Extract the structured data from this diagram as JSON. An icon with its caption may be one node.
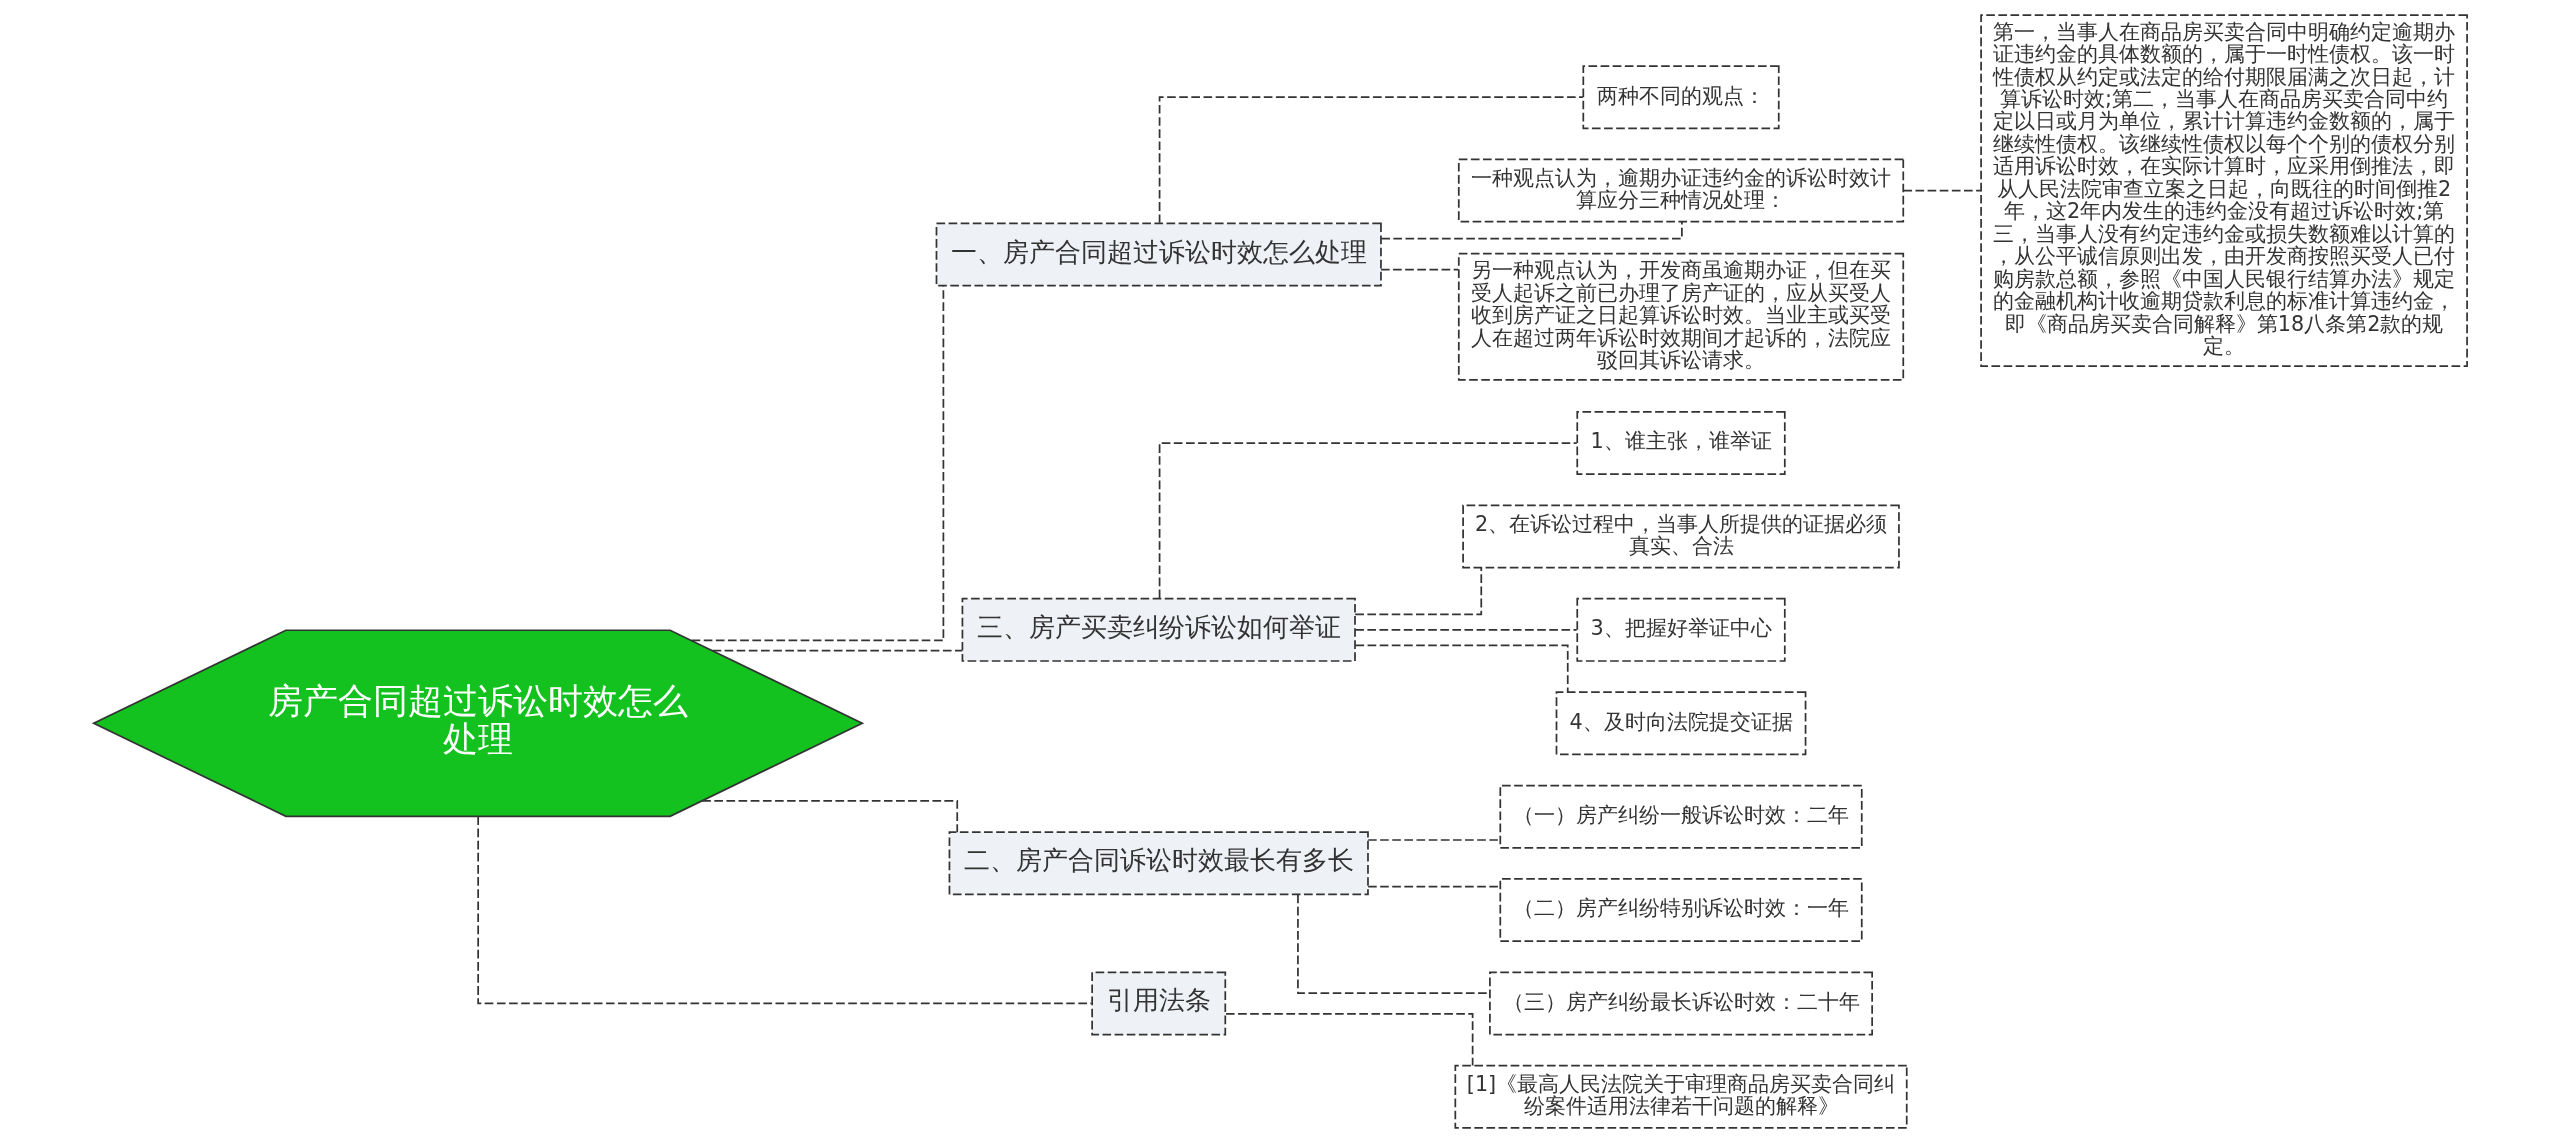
{
  "diagram": {
    "nodes": [
      {
        "text": [
          "房产合同超过诉讼时效怎么处理"
        ]
      },
      {
        "text": [
          "一、房产合同超过诉讼时效怎么处理"
        ]
      },
      {
        "text": [
          "两种不同的观点："
        ]
      },
      {
        "text": [
          "一种观点认为，逾期办证违约金的诉讼时效计算应分三种情况处理："
        ]
      },
      {
        "text": [
          "第一，当事人在商品房买卖合同中明确约定逾期办证违约金的具体数额的，属于一时性债权。该一时性债权从约定或法定的给付期限届满之次日起，计算诉讼时效;第二，当事人在商品房买卖合同中约定以日或月为单位，累计计算违约金数额的，属于继续性债权。该继续性债权以每个个别的债权分别适用诉讼时效，在实际计算时，应采用倒推法，即从人民法院审查立案之日起，向既往的时间倒推2年，这2年内发生的违约金没有超过诉讼时效;第三，当事人没有约定违约金或损失数额难以计算的，从公平诚信原则出发，由开发商按照买受人已付购房款总额，参照《中国人民银行结算办法》规定的金融机构计收逾期贷款利息的标准计算违约金，即《商品房买卖合同解释》第18八条第2款的规定。"
        ]
      },
      {
        "text": [
          "另一种观点认为，开发商虽逾期办证，但在买受人起诉之前已办理了房产证的，应从买受人收到房产证之日起算诉讼时效。当业主或买受人在超过两年诉讼时效期间才起诉的，法院应驳回其诉讼请求。"
        ]
      },
      {
        "text": [
          "三、房产买卖纠纷诉讼如何举证"
        ]
      },
      {
        "text": [
          "1、谁主张，谁举证"
        ]
      },
      {
        "text": [
          "2、在诉讼过程中，当事人所提供的证据必须真实、合法"
        ]
      },
      {
        "text": [
          "3、把握好举证中心"
        ]
      },
      {
        "text": [
          "4、及时向法院提交证据"
        ]
      },
      {
        "text": [
          "二、房产合同诉讼时效最长有多长"
        ]
      },
      {
        "text": [
          "（一）房产纠纷一般诉讼时效：二年"
        ]
      },
      {
        "text": [
          "（二）房产纠纷特别诉讼时效：一年"
        ]
      },
      {
        "text": [
          "（三）房产纠纷最长诉讼时效：二十年"
        ]
      },
      {
        "text": [
          "引用法条"
        ]
      },
      {
        "text": [
          "[1]《最高人民法院关于审理商品房买卖合同纠纷案件适用法律若干问题的解释》"
        ]
      }
    ],
    "edges": [
      {
        "from": 0,
        "to": 1,
        "arrow": "none"
      },
      {
        "from": 1,
        "to": 2,
        "arrow": "none"
      },
      {
        "from": 1,
        "to": 3,
        "arrow": "none"
      },
      {
        "from": 3,
        "to": 4,
        "arrow": "none"
      },
      {
        "from": 1,
        "to": 5,
        "arrow": "none"
      },
      {
        "from": 0,
        "to": 6,
        "arrow": "none"
      },
      {
        "from": 6,
        "to": 7,
        "arrow": "none"
      },
      {
        "from": 6,
        "to": 8,
        "arrow": "none"
      },
      {
        "from": 6,
        "to": 9,
        "arrow": "none"
      },
      {
        "from": 6,
        "to": 10,
        "arrow": "none"
      },
      {
        "from": 0,
        "to": 11,
        "arrow": "none"
      },
      {
        "from": 11,
        "to": 12,
        "arrow": "none"
      },
      {
        "from": 11,
        "to": 13,
        "arrow": "none"
      },
      {
        "from": 11,
        "to": 14,
        "arrow": "none"
      },
      {
        "from": 0,
        "to": 15,
        "arrow": "none"
      },
      {
        "from": 15,
        "to": 16,
        "arrow": "none"
      }
    ]
  }
}
